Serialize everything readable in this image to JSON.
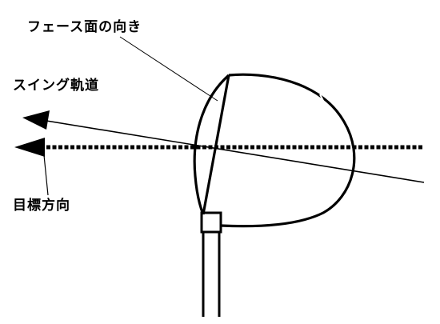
{
  "labels": {
    "face_direction": "フェース面の向き",
    "swing_path": "スイング軌道",
    "target_direction": "目標方向"
  },
  "colors": {
    "line": "#000000",
    "background": "#ffffff"
  }
}
